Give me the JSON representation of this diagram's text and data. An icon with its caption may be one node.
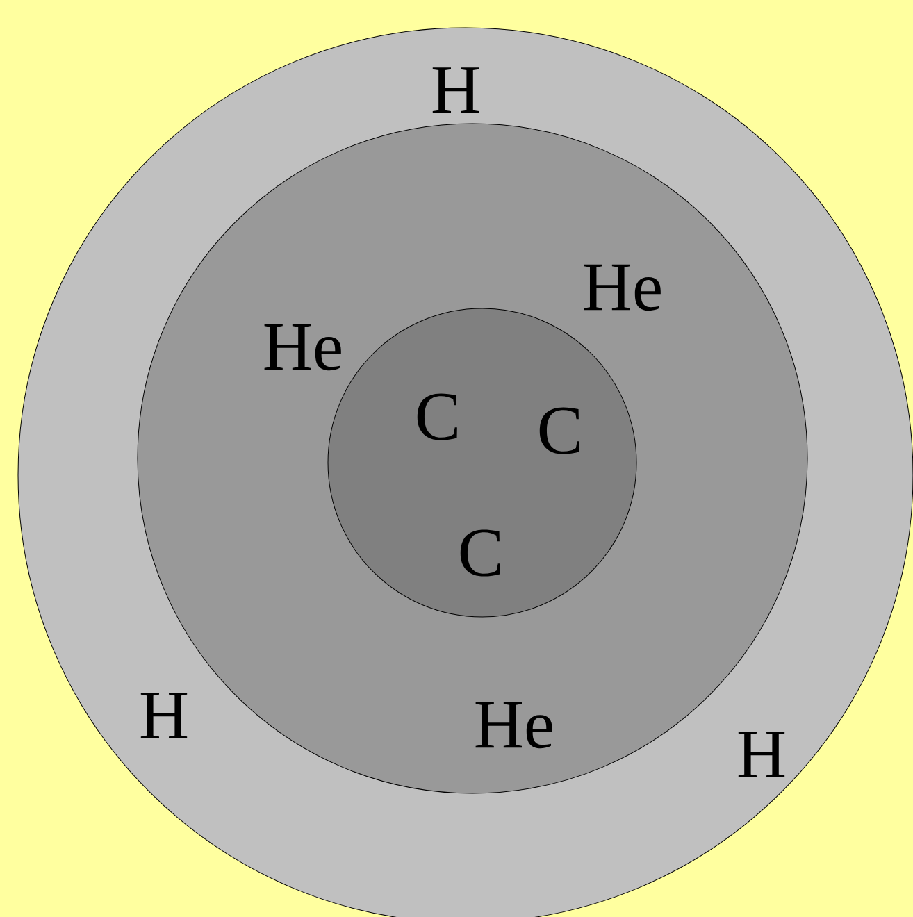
{
  "diagram": {
    "nodes": [
      {
        "text": [
          "H",
          "H",
          "H"
        ]
      },
      {
        "text": [
          "He",
          "He",
          "He"
        ],
        "in": 0
      },
      {
        "text": [
          "C",
          "C",
          "C"
        ],
        "in": 1
      }
    ]
  }
}
